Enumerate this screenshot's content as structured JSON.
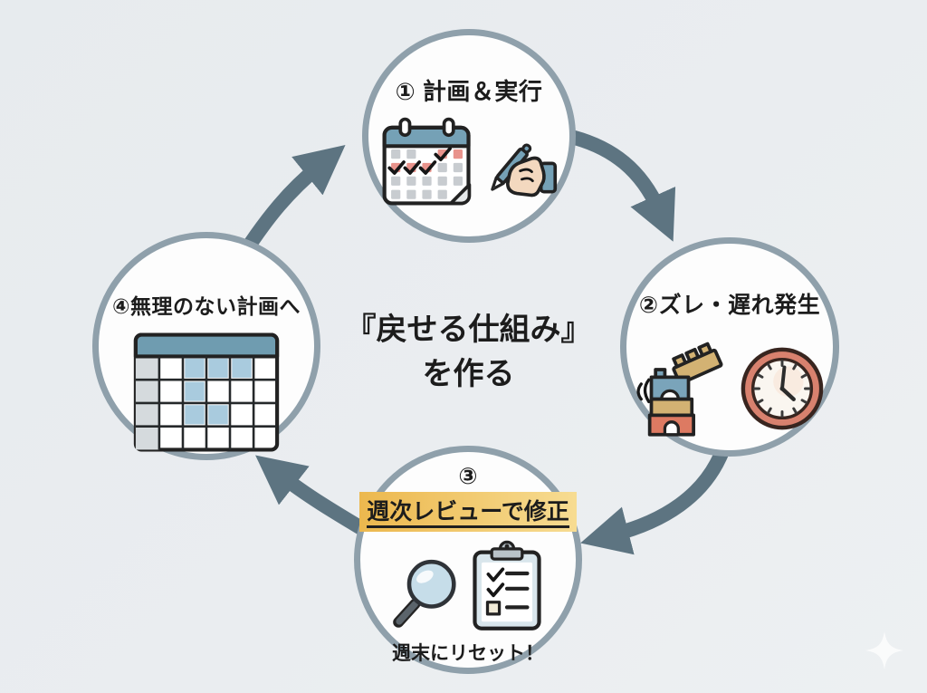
{
  "center": {
    "line1": "『戻せる仕組み』",
    "line2": "を作る"
  },
  "steps": {
    "step1": {
      "title": "① 計画＆実行",
      "icons": [
        "calendar-check-icon",
        "hand-writing-icon"
      ]
    },
    "step2": {
      "title": "②ズレ・遅れ発生",
      "icons": [
        "toy-blocks-icon",
        "clock-icon"
      ]
    },
    "step3": {
      "number": "③",
      "title": "週次レビューで修正",
      "note": "週末にリセット！",
      "icons": [
        "magnifier-icon",
        "clipboard-checklist-icon"
      ]
    },
    "step4": {
      "title": "④無理のない計画へ",
      "icons": [
        "weekly-table-icon"
      ]
    }
  },
  "watermark": {
    "icon": "sparkle-icon"
  },
  "colors": {
    "background": "#e9edf0",
    "circle_fill": "#fdfdfd",
    "circle_border": "#8fa0ab",
    "arrow": "#5d7481",
    "text": "#1c1c1c",
    "outline": "#222222",
    "hl1": "#ecb84e",
    "hl2": "#f7dc92",
    "steel": "#75a1b6",
    "red_sq": "#e8938c",
    "grey_sq": "#c8ccd0",
    "tan": "#d3b273",
    "blue_block": "#7aa4ba",
    "coral": "#dd7a62",
    "clock_rim": "#d8816e",
    "lens": "#c6dde9",
    "board": "#d9e6ec",
    "table_header": "#6f9cb0",
    "cell_blue": "#a9cbde"
  }
}
